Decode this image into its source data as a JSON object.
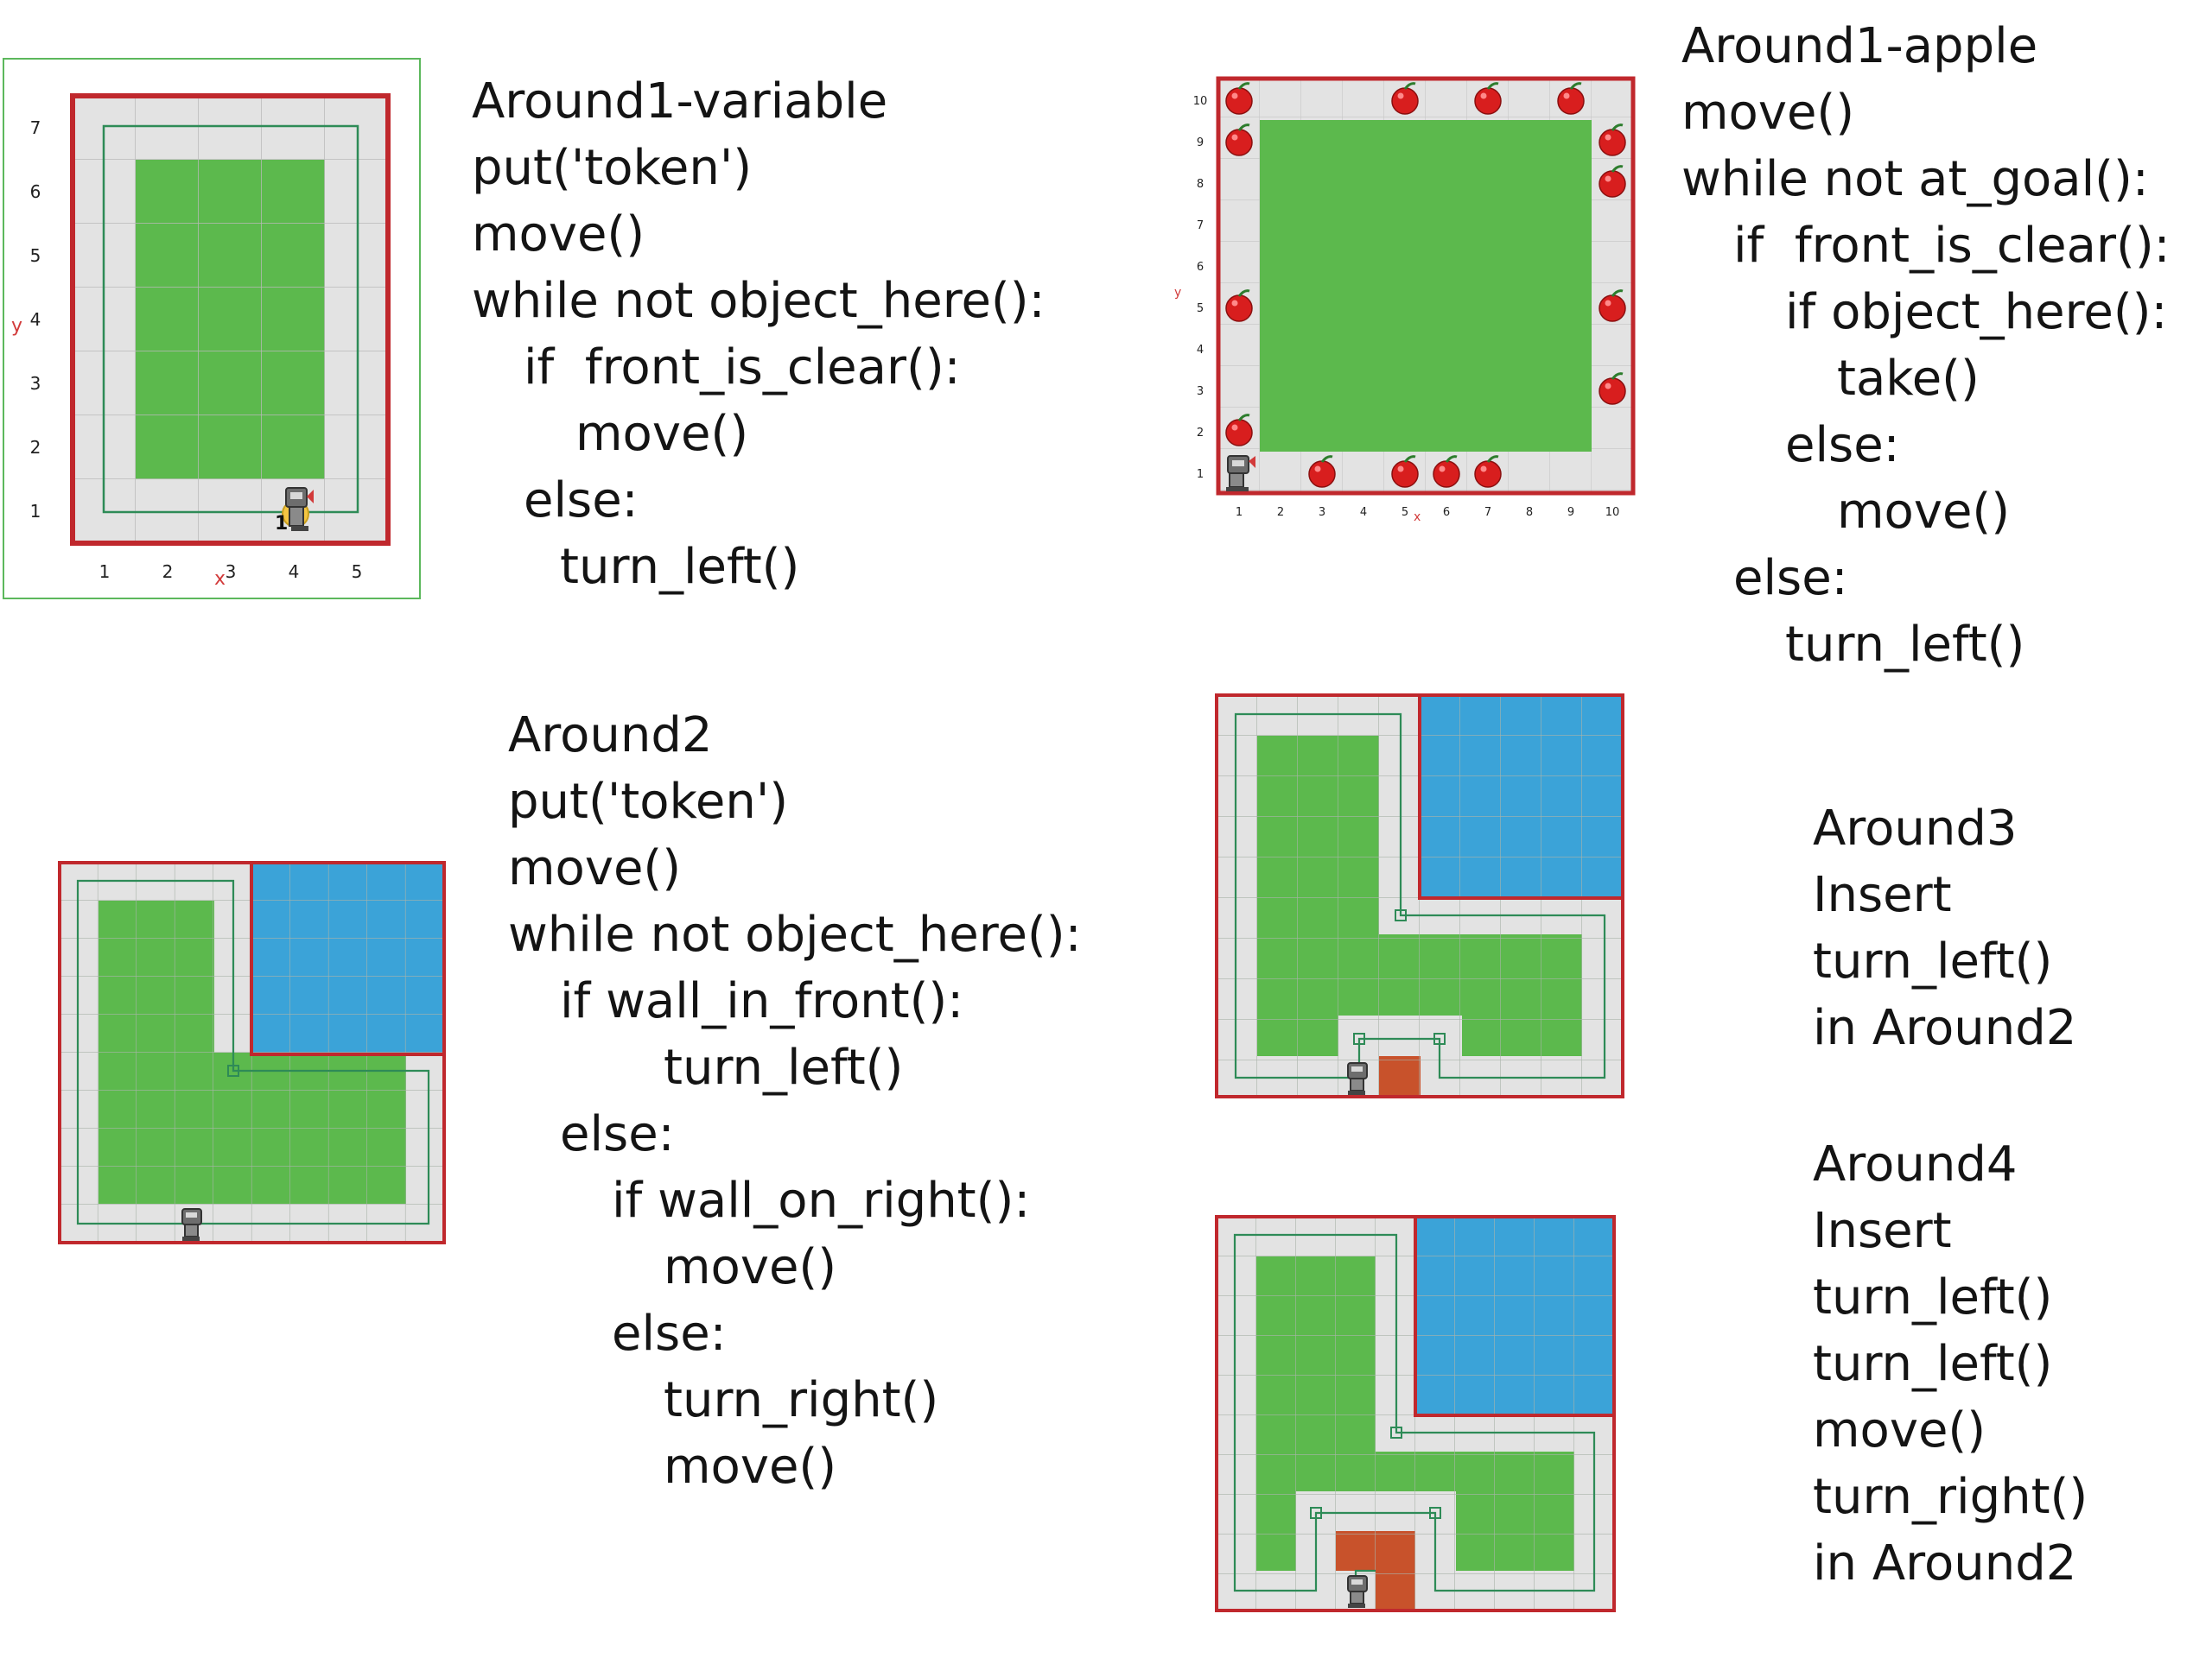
{
  "colors": {
    "wall": "#c0282d",
    "path": "#2e8b57",
    "grass": "#5cb94d",
    "water": "#3ba3d8",
    "floor": "#e3e3e3",
    "brick": "#c8522b",
    "apple": "#d81e1e",
    "axis_letter": "#d23a3a",
    "frame": "#5cb85c"
  },
  "worlds": {
    "w1": {
      "x_ticks": [
        "1",
        "2",
        "3",
        "4",
        "5"
      ],
      "y_ticks": [
        "7",
        "6",
        "5",
        "4",
        "3",
        "2",
        "1"
      ],
      "x_axis_letter": "x",
      "y_axis_letter": "y",
      "robot_number": "1"
    },
    "w2": {
      "x_ticks": [
        "1",
        "2",
        "3",
        "4",
        "5",
        "6",
        "7",
        "8",
        "9",
        "10"
      ],
      "y_ticks": [
        "10",
        "9",
        "8",
        "7",
        "6",
        "5",
        "4",
        "3",
        "2",
        "1"
      ],
      "x_axis_letter": "x",
      "y_axis_letter": "y"
    }
  },
  "programs": {
    "around1_variable": {
      "lines": [
        {
          "text": "Around1-variable",
          "indent": 0
        },
        {
          "text": "put('token')",
          "indent": 0
        },
        {
          "text": "move()",
          "indent": 0
        },
        {
          "text": "while not object_here():",
          "indent": 0
        },
        {
          "text": "if  front_is_clear():",
          "indent": 1
        },
        {
          "text": "move()",
          "indent": 2
        },
        {
          "text": "else:",
          "indent": 1
        },
        {
          "text": "turn_left()",
          "indent": 1.7
        }
      ]
    },
    "around1_apple": {
      "lines": [
        {
          "text": "Around1-apple",
          "indent": 0
        },
        {
          "text": "move()",
          "indent": 0
        },
        {
          "text": "while not at_goal():",
          "indent": 0
        },
        {
          "text": "if  front_is_clear():",
          "indent": 1
        },
        {
          "text": "if object_here():",
          "indent": 2
        },
        {
          "text": "take()",
          "indent": 3
        },
        {
          "text": "else:",
          "indent": 2
        },
        {
          "text": "move()",
          "indent": 3
        },
        {
          "text": "else:",
          "indent": 1
        },
        {
          "text": "turn_left()",
          "indent": 2
        }
      ]
    },
    "around2": {
      "lines": [
        {
          "text": "Around2",
          "indent": 0
        },
        {
          "text": "put('token')",
          "indent": 0
        },
        {
          "text": "move()",
          "indent": 0
        },
        {
          "text": "while not object_here():",
          "indent": 0
        },
        {
          "text": "if wall_in_front():",
          "indent": 1
        },
        {
          "text": "turn_left()",
          "indent": 3
        },
        {
          "text": "else:",
          "indent": 1
        },
        {
          "text": "if wall_on_right():",
          "indent": 2
        },
        {
          "text": "move()",
          "indent": 3
        },
        {
          "text": "else:",
          "indent": 2
        },
        {
          "text": "turn_right()",
          "indent": 3
        },
        {
          "text": "move()",
          "indent": 3
        }
      ]
    },
    "around3": {
      "lines": [
        {
          "text": "Around3",
          "indent": 0
        },
        {
          "text": "Insert",
          "indent": 0
        },
        {
          "text": "turn_left()",
          "indent": 0
        },
        {
          "text": "in Around2",
          "indent": 0
        }
      ]
    },
    "around4": {
      "lines": [
        {
          "text": "Around4",
          "indent": 0
        },
        {
          "text": "Insert",
          "indent": 0
        },
        {
          "text": "turn_left()",
          "indent": 0
        },
        {
          "text": "turn_left()",
          "indent": 0
        },
        {
          "text": "move()",
          "indent": 0
        },
        {
          "text": "turn_right()",
          "indent": 0
        },
        {
          "text": "in Around2",
          "indent": 0
        }
      ]
    }
  }
}
